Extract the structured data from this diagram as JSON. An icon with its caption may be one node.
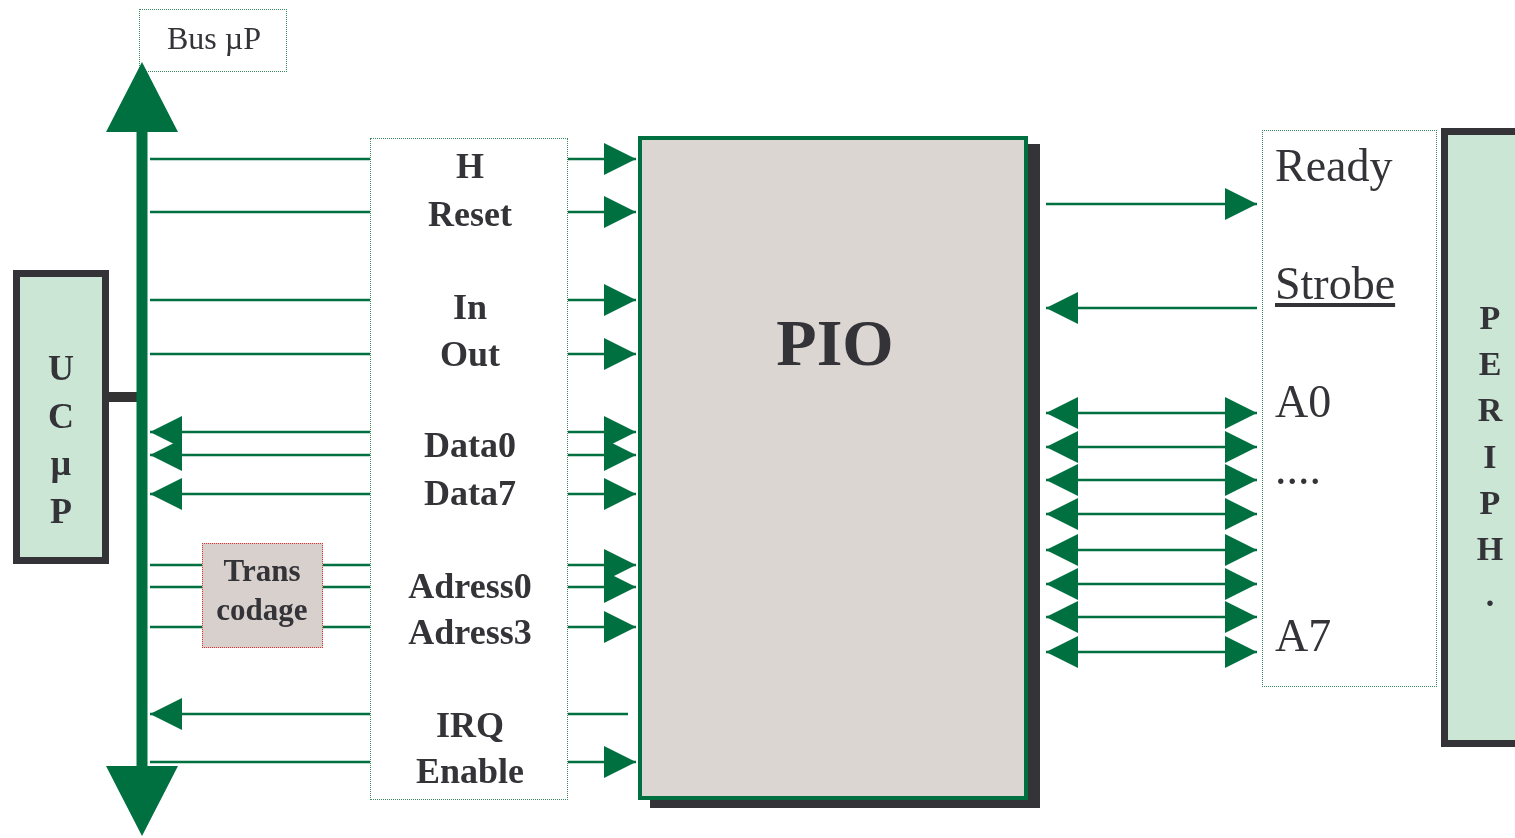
{
  "diagram": {
    "nodes": [
      {
        "text": [
          "Bus µP"
        ]
      },
      {
        "text": [],
        "shape": "bar"
      },
      {
        "text": [
          "UCµP"
        ]
      },
      {
        "text": [
          "H",
          "Reset",
          "In",
          "Out",
          "Data0",
          "Data7",
          "Adress0",
          "Adress3",
          "IRQ",
          "Enable"
        ]
      },
      {
        "text": [
          "Trans codage"
        ]
      },
      {
        "text": [
          "PIO"
        ]
      },
      {
        "text": [
          "Ready",
          "Strobe",
          "A0",
          "....",
          "A7"
        ]
      },
      {
        "text": [
          "PERIPH."
        ]
      }
    ],
    "edges": [
      {
        "from": 2,
        "to": 1,
        "arrow": "none",
        "style": "thick",
        "color": "#333333"
      },
      {
        "from": 1,
        "to": 3,
        "arrow": "none"
      },
      {
        "from": 3,
        "to": 5,
        "arrow": "to"
      },
      {
        "from": 1,
        "to": 3,
        "arrow": "none"
      },
      {
        "from": 3,
        "to": 5,
        "arrow": "to"
      },
      {
        "from": 1,
        "to": 3,
        "arrow": "none"
      },
      {
        "from": 3,
        "to": 5,
        "arrow": "to"
      },
      {
        "from": 1,
        "to": 3,
        "arrow": "none"
      },
      {
        "from": 3,
        "to": 5,
        "arrow": "to"
      },
      {
        "from": 3,
        "to": 1,
        "arrow": "to"
      },
      {
        "from": 3,
        "to": 5,
        "arrow": "to"
      },
      {
        "from": 3,
        "to": 1,
        "arrow": "to"
      },
      {
        "from": 3,
        "to": 5,
        "arrow": "to"
      },
      {
        "from": 3,
        "to": 1,
        "arrow": "to"
      },
      {
        "from": 3,
        "to": 5,
        "arrow": "to"
      },
      {
        "from": 1,
        "to": 4,
        "arrow": "none"
      },
      {
        "from": 4,
        "to": 3,
        "arrow": "none"
      },
      {
        "from": 3,
        "to": 5,
        "arrow": "to"
      },
      {
        "from": 1,
        "to": 4,
        "arrow": "none"
      },
      {
        "from": 4,
        "to": 3,
        "arrow": "none"
      },
      {
        "from": 3,
        "to": 5,
        "arrow": "to"
      },
      {
        "from": 1,
        "to": 4,
        "arrow": "none"
      },
      {
        "from": 4,
        "to": 3,
        "arrow": "none"
      },
      {
        "from": 3,
        "to": 5,
        "arrow": "to"
      },
      {
        "from": 3,
        "to": 1,
        "arrow": "to"
      },
      {
        "from": 3,
        "to": 5,
        "arrow": "none"
      },
      {
        "from": 1,
        "to": 3,
        "arrow": "none"
      },
      {
        "from": 3,
        "to": 5,
        "arrow": "to"
      },
      {
        "from": 5,
        "to": 6,
        "arrow": "to"
      },
      {
        "from": 6,
        "to": 5,
        "arrow": "to"
      },
      {
        "from": 5,
        "to": 6,
        "arrow": "both"
      },
      {
        "from": 5,
        "to": 6,
        "arrow": "both"
      },
      {
        "from": 5,
        "to": 6,
        "arrow": "both"
      },
      {
        "from": 5,
        "to": 6,
        "arrow": "both"
      },
      {
        "from": 5,
        "to": 6,
        "arrow": "both"
      },
      {
        "from": 5,
        "to": 6,
        "arrow": "both"
      },
      {
        "from": 5,
        "to": 6,
        "arrow": "both"
      },
      {
        "from": 5,
        "to": 6,
        "arrow": "both"
      }
    ]
  }
}
